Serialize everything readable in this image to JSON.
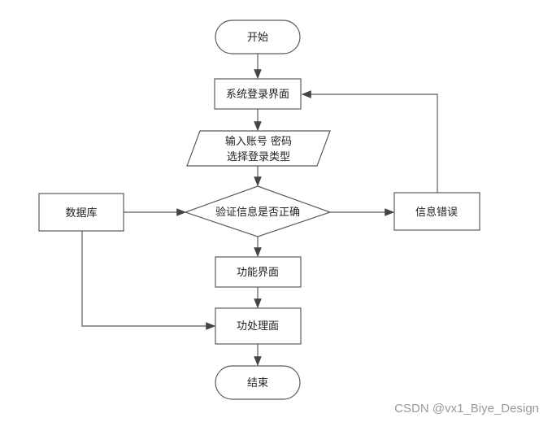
{
  "flowchart": {
    "start": "开始",
    "login_page": "系统登录界面",
    "input_line1": "输入账号 密码",
    "input_line2": "选择登录类型",
    "verify": "验证信息是否正确",
    "database": "数据库",
    "error": "信息错误",
    "function_page": "功能界面",
    "processing_page": "功处理面",
    "end": "结束"
  },
  "watermark": "CSDN @vx1_Biye_Design",
  "colors": {
    "stroke": "#5a5a5a",
    "fill": "#ffffff",
    "text": "#222222",
    "watermark": "#9a9a9a"
  }
}
